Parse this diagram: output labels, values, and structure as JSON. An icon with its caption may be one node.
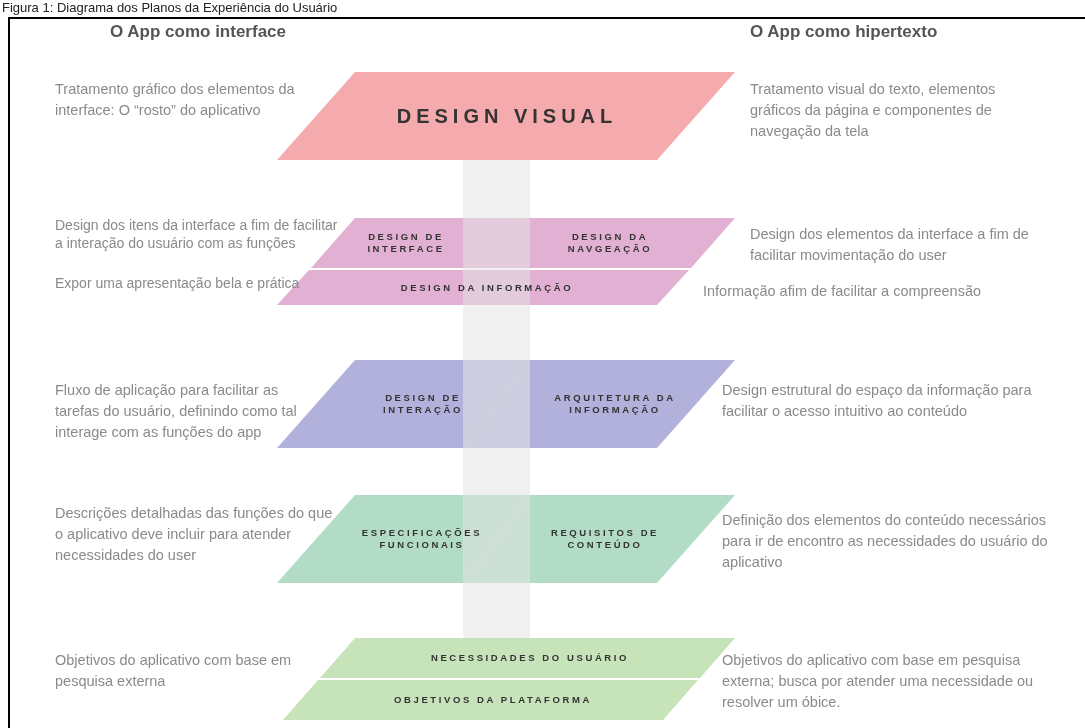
{
  "diagram": {
    "title": "Figura 1: Diagrama dos Planos da Experiência do Usuário",
    "nodes": [
      {
        "text": [
          "DESIGN VISUAL"
        ]
      },
      {
        "text": [
          "DESIGN DE INTERFACE"
        ]
      },
      {
        "text": [
          "DESIGN DA NAVGEAÇÃO"
        ]
      },
      {
        "text": [
          "DESIGN DA INFORMAÇÃO"
        ]
      },
      {
        "text": [
          "DESIGN DE INTERAÇÃO"
        ]
      },
      {
        "text": [
          "ARQUITETURA DA INFORMAÇÃO"
        ]
      },
      {
        "text": [
          "ESPECIFICAÇÕES FUNCIONAIS"
        ]
      },
      {
        "text": [
          "REQUISITOS DE CONTEÚDO"
        ]
      },
      {
        "text": [
          "NECESSIDADES DO USUÁRIO"
        ]
      },
      {
        "text": [
          "OBJETIVOS DA PLATAFORMA"
        ]
      },
      {
        "text": [],
        "shape": "bar"
      }
    ],
    "labels": [
      "O App como interface",
      "O App como hipertexto",
      "Tratamento gráfico dos elementos da interface: O “rosto” do aplicativo",
      "Tratamento visual do texto, elementos gráficos da página e componentes de navegação da tela",
      "Design dos itens da interface a fim de facilitar a interação do usuário com as funções",
      "Design dos elementos da interface a fim de facilitar movimentação do user",
      "Expor uma apresentação bela e prática",
      "Informação afim de facilitar a compreensão",
      "Fluxo de aplicação para facilitar as tarefas do usuário, definindo como tal interage com as funções do app",
      "Design estrutural do espaço da informação para facilitar o acesso intuitivo ao conteúdo",
      "Descrições detalhadas das funções do que o aplicativo deve incluir para atender necessidades do user",
      "Definição dos elementos do conteúdo necessários para ir de encontro as necessidades do usuário do aplicativo",
      "Objetivos do aplicativo com base em pesquisa externa",
      "Objetivos do aplicativo com base em pesquisa externa; busca por atender uma necessidade ou resolver um óbice."
    ]
  }
}
